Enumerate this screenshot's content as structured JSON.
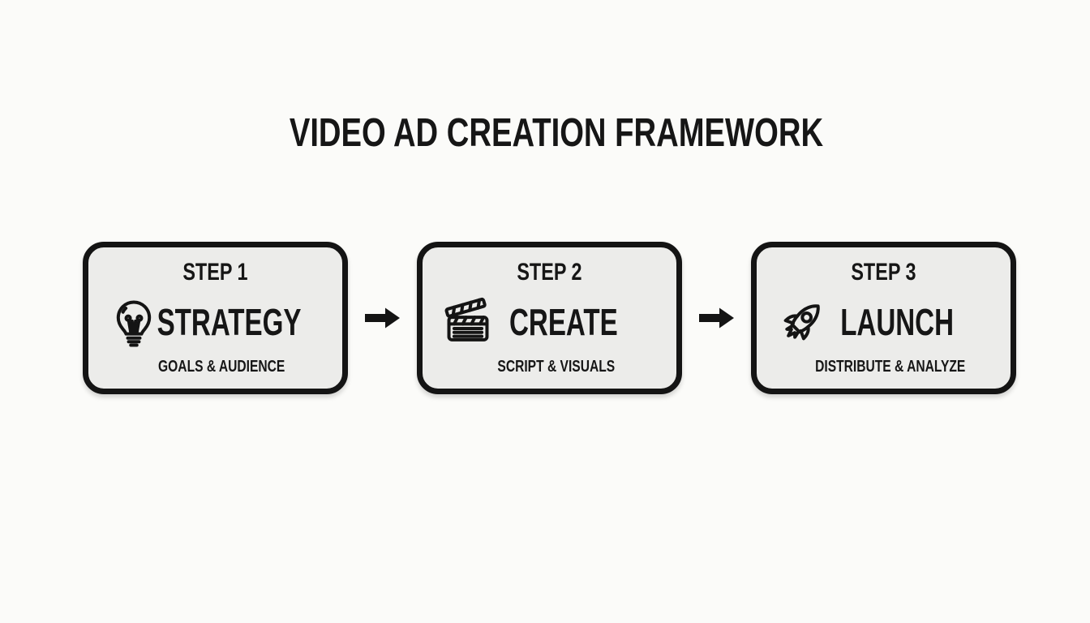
{
  "title": "VIDEO AD CREATION FRAMEWORK",
  "colors": {
    "background": "#fbfbf9",
    "box_fill": "#ececea",
    "ink": "#141414"
  },
  "steps": [
    {
      "step_label": "STEP 1",
      "name": "STRATEGY",
      "subtitle": "GOALS & AUDIENCE",
      "icon": "lightbulb-icon"
    },
    {
      "step_label": "STEP 2",
      "name": "CREATE",
      "subtitle": "SCRIPT & VISUALS",
      "icon": "clapperboard-icon"
    },
    {
      "step_label": "STEP 3",
      "name": "LAUNCH",
      "subtitle": "DISTRIBUTE & ANALYZE",
      "icon": "rocket-icon"
    }
  ],
  "connectors": [
    "arrow-right",
    "arrow-right"
  ]
}
